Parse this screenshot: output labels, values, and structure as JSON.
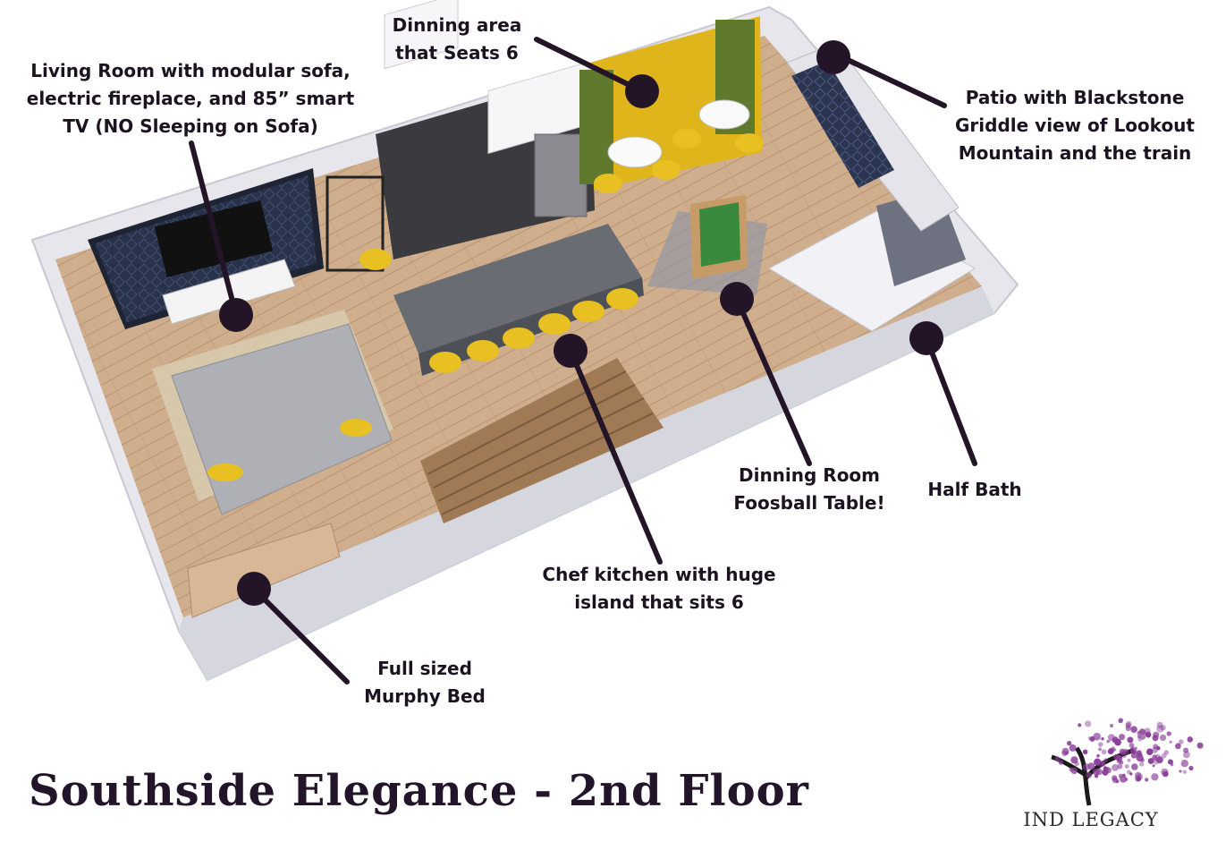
{
  "title": "Southside Elegance - 2nd Floor",
  "brand": {
    "name": "IND LEGACY",
    "logo_icon": "tree-logo-icon"
  },
  "colors": {
    "text": "#1c1320",
    "marker": "#241428",
    "accent_yellow": "#e2b81b",
    "logo_purple": "#8a3f9a",
    "wall": "#e8e8ee",
    "floor": "#c9a784"
  },
  "callouts": {
    "living_room": {
      "lines": [
        "Living Room with modular sofa,",
        "electric fireplace, and 85” smart",
        "TV (NO Sleeping on Sofa)"
      ]
    },
    "dining_area": {
      "lines": [
        "Dinning area",
        "that Seats 6"
      ]
    },
    "patio": {
      "lines": [
        "Patio with Blackstone",
        "Griddle view of Lookout",
        "Mountain and the train"
      ]
    },
    "foosball": {
      "lines": [
        "Dinning Room",
        "Foosball Table!"
      ]
    },
    "half_bath": {
      "lines": [
        "Half Bath"
      ]
    },
    "kitchen": {
      "lines": [
        "Chef kitchen with huge",
        "island that sits 6"
      ]
    },
    "murphy_bed": {
      "lines": [
        "Full sized",
        "Murphy Bed"
      ]
    }
  }
}
